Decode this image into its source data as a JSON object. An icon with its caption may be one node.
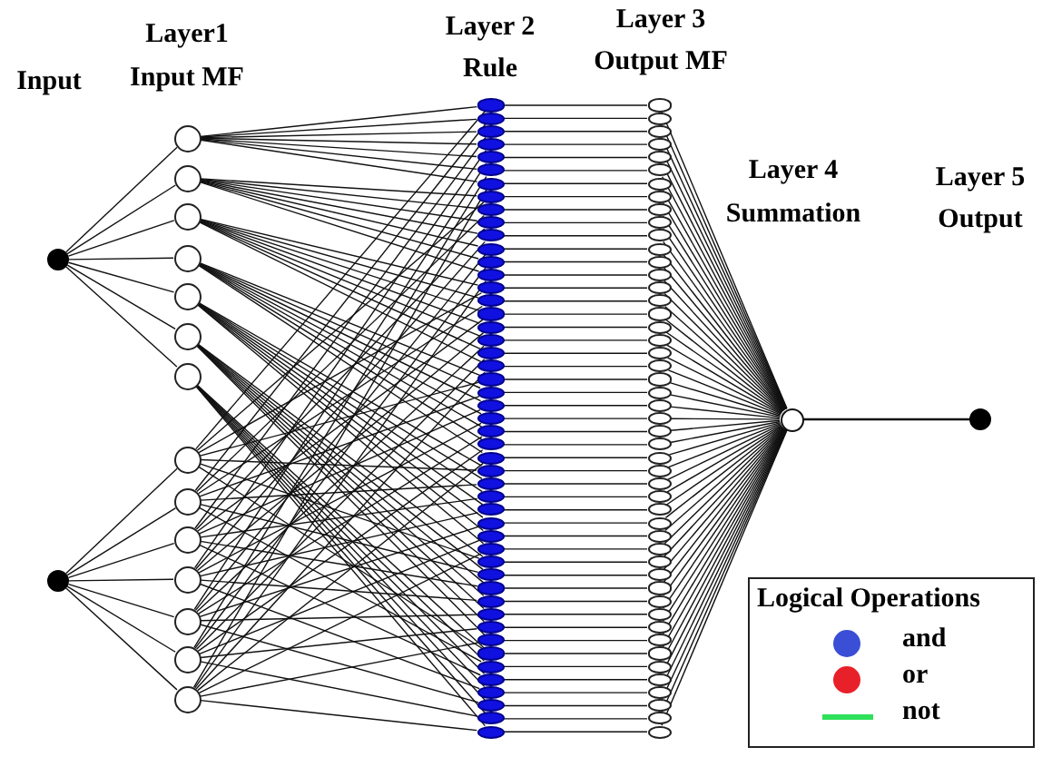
{
  "diagram": {
    "nodes": [
      {
        "text": [],
        "shape": "circle"
      },
      {
        "text": [],
        "shape": "circle"
      },
      {
        "text": [],
        "shape": "circle"
      },
      {
        "text": [],
        "shape": "circle"
      },
      {
        "text": [],
        "shape": "circle"
      },
      {
        "text": [],
        "shape": "circle"
      },
      {
        "text": [],
        "shape": "circle"
      },
      {
        "text": [],
        "shape": "circle"
      },
      {
        "text": [],
        "shape": "circle"
      },
      {
        "text": [],
        "shape": "circle"
      },
      {
        "text": [],
        "shape": "circle"
      },
      {
        "text": [],
        "shape": "circle"
      },
      {
        "text": [],
        "shape": "circle"
      },
      {
        "text": [],
        "shape": "circle"
      },
      {
        "text": [],
        "shape": "circle"
      },
      {
        "text": [],
        "shape": "circle"
      },
      {
        "text": [],
        "shape": "circle"
      },
      {
        "text": [],
        "shape": "circle"
      },
      {
        "text": [],
        "shape": "circle"
      },
      {
        "text": [],
        "shape": "circle"
      },
      {
        "text": [],
        "shape": "circle"
      },
      {
        "text": [],
        "shape": "circle"
      },
      {
        "text": [],
        "shape": "circle"
      },
      {
        "text": [],
        "shape": "circle"
      },
      {
        "text": [],
        "shape": "circle"
      },
      {
        "text": [],
        "shape": "circle"
      },
      {
        "text": [],
        "shape": "circle"
      },
      {
        "text": [],
        "shape": "circle"
      },
      {
        "text": [],
        "shape": "circle"
      },
      {
        "text": [],
        "shape": "circle"
      },
      {
        "text": [],
        "shape": "circle"
      },
      {
        "text": [],
        "shape": "circle"
      },
      {
        "text": [],
        "shape": "circle"
      },
      {
        "text": [],
        "shape": "circle"
      },
      {
        "text": [],
        "shape": "circle"
      },
      {
        "text": [],
        "shape": "circle"
      },
      {
        "text": [],
        "shape": "circle"
      },
      {
        "text": [],
        "shape": "circle"
      },
      {
        "text": [],
        "shape": "circle"
      },
      {
        "text": [],
        "shape": "circle"
      },
      {
        "text": [],
        "shape": "circle"
      },
      {
        "text": [],
        "shape": "circle"
      },
      {
        "text": [],
        "shape": "circle"
      },
      {
        "text": [],
        "shape": "circle"
      },
      {
        "text": [],
        "shape": "circle"
      },
      {
        "text": [],
        "shape": "circle"
      },
      {
        "text": [],
        "shape": "circle"
      },
      {
        "text": [],
        "shape": "circle"
      },
      {
        "text": [],
        "shape": "circle"
      },
      {
        "text": [],
        "shape": "circle"
      },
      {
        "text": [],
        "shape": "circle"
      },
      {
        "text": [],
        "shape": "circle"
      },
      {
        "text": [],
        "shape": "circle"
      },
      {
        "text": [],
        "shape": "circle"
      },
      {
        "text": [],
        "shape": "circle"
      },
      {
        "text": [],
        "shape": "circle"
      },
      {
        "text": [],
        "shape": "circle"
      },
      {
        "text": [],
        "shape": "circle"
      },
      {
        "text": [],
        "shape": "circle"
      },
      {
        "text": [],
        "shape": "circle"
      },
      {
        "text": [],
        "shape": "circle"
      },
      {
        "text": [],
        "shape": "circle"
      },
      {
        "text": [],
        "shape": "circle"
      },
      {
        "text": [],
        "shape": "circle"
      },
      {
        "text": [],
        "shape": "circle"
      },
      {
        "text": [],
        "shape": "circle"
      },
      {
        "text": [],
        "shape": "circle"
      },
      {
        "text": [],
        "shape": "circle"
      },
      {
        "text": [],
        "shape": "circle"
      },
      {
        "text": [],
        "shape": "circle"
      },
      {
        "text": [],
        "shape": "circle"
      },
      {
        "text": [],
        "shape": "circle"
      },
      {
        "text": [],
        "shape": "circle"
      },
      {
        "text": [],
        "shape": "circle"
      },
      {
        "text": [],
        "shape": "circle"
      },
      {
        "text": [],
        "shape": "circle"
      },
      {
        "text": [],
        "shape": "circle"
      },
      {
        "text": [],
        "shape": "circle"
      },
      {
        "text": [],
        "shape": "circle"
      },
      {
        "text": [],
        "shape": "circle"
      },
      {
        "text": [],
        "shape": "circle"
      },
      {
        "text": [],
        "shape": "circle"
      },
      {
        "text": [],
        "shape": "circle"
      },
      {
        "text": [],
        "shape": "circle"
      },
      {
        "text": [],
        "shape": "circle"
      },
      {
        "text": [],
        "shape": "circle"
      },
      {
        "text": [],
        "shape": "circle"
      },
      {
        "text": [],
        "shape": "circle"
      },
      {
        "text": [],
        "shape": "circle"
      },
      {
        "text": [],
        "shape": "circle"
      },
      {
        "text": [],
        "shape": "circle"
      },
      {
        "text": [],
        "shape": "circle"
      },
      {
        "text": [],
        "shape": "circle"
      },
      {
        "text": [],
        "shape": "circle"
      },
      {
        "text": [],
        "shape": "circle"
      },
      {
        "text": [],
        "shape": "circle"
      },
      {
        "text": [],
        "shape": "circle"
      },
      {
        "text": [],
        "shape": "circle"
      },
      {
        "text": [],
        "shape": "circle"
      },
      {
        "text": [],
        "shape": "circle"
      },
      {
        "text": [],
        "shape": "circle"
      },
      {
        "text": [],
        "shape": "circle"
      },
      {
        "text": [],
        "shape": "circle"
      },
      {
        "text": [],
        "shape": "circle"
      },
      {
        "text": [],
        "shape": "circle"
      },
      {
        "text": [],
        "shape": "circle"
      },
      {
        "text": [],
        "shape": "circle"
      },
      {
        "text": [],
        "shape": "circle"
      },
      {
        "text": [],
        "shape": "circle"
      },
      {
        "text": [],
        "shape": "circle"
      },
      {
        "text": [],
        "shape": "circle"
      },
      {
        "text": [],
        "shape": "circle"
      },
      {
        "text": [],
        "shape": "circle"
      },
      {
        "text": [],
        "shape": "circle"
      },
      {
        "text": [],
        "shape": "circle"
      },
      {
        "text": [],
        "shape": "circle"
      }
    ],
    "edges": [
      {
        "from": 0,
        "to": 2,
        "arrow": "none"
      },
      {
        "from": 0,
        "to": 3,
        "arrow": "none"
      },
      {
        "from": 0,
        "to": 4,
        "arrow": "none"
      },
      {
        "from": 0,
        "to": 5,
        "arrow": "none"
      },
      {
        "from": 0,
        "to": 6,
        "arrow": "none"
      },
      {
        "from": 0,
        "to": 7,
        "arrow": "none"
      },
      {
        "from": 0,
        "to": 8,
        "arrow": "none"
      },
      {
        "from": 1,
        "to": 9,
        "arrow": "none"
      },
      {
        "from": 1,
        "to": 10,
        "arrow": "none"
      },
      {
        "from": 1,
        "to": 11,
        "arrow": "none"
      },
      {
        "from": 1,
        "to": 12,
        "arrow": "none"
      },
      {
        "from": 1,
        "to": 13,
        "arrow": "none"
      },
      {
        "from": 1,
        "to": 14,
        "arrow": "none"
      },
      {
        "from": 1,
        "to": 15,
        "arrow": "none"
      },
      {
        "from": 2,
        "to": 16,
        "arrow": "none"
      },
      {
        "from": 9,
        "to": 16,
        "arrow": "none"
      },
      {
        "from": 2,
        "to": 17,
        "arrow": "none"
      },
      {
        "from": 10,
        "to": 17,
        "arrow": "none"
      },
      {
        "from": 2,
        "to": 18,
        "arrow": "none"
      },
      {
        "from": 11,
        "to": 18,
        "arrow": "none"
      },
      {
        "from": 2,
        "to": 19,
        "arrow": "none"
      },
      {
        "from": 12,
        "to": 19,
        "arrow": "none"
      },
      {
        "from": 2,
        "to": 20,
        "arrow": "none"
      },
      {
        "from": 13,
        "to": 20,
        "arrow": "none"
      },
      {
        "from": 2,
        "to": 21,
        "arrow": "none"
      },
      {
        "from": 14,
        "to": 21,
        "arrow": "none"
      },
      {
        "from": 2,
        "to": 22,
        "arrow": "none"
      },
      {
        "from": 15,
        "to": 22,
        "arrow": "none"
      },
      {
        "from": 3,
        "to": 23,
        "arrow": "none"
      },
      {
        "from": 9,
        "to": 23,
        "arrow": "none"
      },
      {
        "from": 3,
        "to": 24,
        "arrow": "none"
      },
      {
        "from": 10,
        "to": 24,
        "arrow": "none"
      },
      {
        "from": 3,
        "to": 25,
        "arrow": "none"
      },
      {
        "from": 11,
        "to": 25,
        "arrow": "none"
      },
      {
        "from": 3,
        "to": 26,
        "arrow": "none"
      },
      {
        "from": 12,
        "to": 26,
        "arrow": "none"
      },
      {
        "from": 3,
        "to": 27,
        "arrow": "none"
      },
      {
        "from": 13,
        "to": 27,
        "arrow": "none"
      },
      {
        "from": 3,
        "to": 28,
        "arrow": "none"
      },
      {
        "from": 14,
        "to": 28,
        "arrow": "none"
      },
      {
        "from": 3,
        "to": 29,
        "arrow": "none"
      },
      {
        "from": 15,
        "to": 29,
        "arrow": "none"
      },
      {
        "from": 4,
        "to": 30,
        "arrow": "none"
      },
      {
        "from": 9,
        "to": 30,
        "arrow": "none"
      },
      {
        "from": 4,
        "to": 31,
        "arrow": "none"
      },
      {
        "from": 10,
        "to": 31,
        "arrow": "none"
      },
      {
        "from": 4,
        "to": 32,
        "arrow": "none"
      },
      {
        "from": 11,
        "to": 32,
        "arrow": "none"
      },
      {
        "from": 4,
        "to": 33,
        "arrow": "none"
      },
      {
        "from": 12,
        "to": 33,
        "arrow": "none"
      },
      {
        "from": 4,
        "to": 34,
        "arrow": "none"
      },
      {
        "from": 13,
        "to": 34,
        "arrow": "none"
      },
      {
        "from": 4,
        "to": 35,
        "arrow": "none"
      },
      {
        "from": 14,
        "to": 35,
        "arrow": "none"
      },
      {
        "from": 4,
        "to": 36,
        "arrow": "none"
      },
      {
        "from": 15,
        "to": 36,
        "arrow": "none"
      },
      {
        "from": 5,
        "to": 37,
        "arrow": "none"
      },
      {
        "from": 9,
        "to": 37,
        "arrow": "none"
      },
      {
        "from": 5,
        "to": 38,
        "arrow": "none"
      },
      {
        "from": 10,
        "to": 38,
        "arrow": "none"
      },
      {
        "from": 5,
        "to": 39,
        "arrow": "none"
      },
      {
        "from": 11,
        "to": 39,
        "arrow": "none"
      },
      {
        "from": 5,
        "to": 40,
        "arrow": "none"
      },
      {
        "from": 12,
        "to": 40,
        "arrow": "none"
      },
      {
        "from": 5,
        "to": 41,
        "arrow": "none"
      },
      {
        "from": 13,
        "to": 41,
        "arrow": "none"
      },
      {
        "from": 5,
        "to": 42,
        "arrow": "none"
      },
      {
        "from": 14,
        "to": 42,
        "arrow": "none"
      },
      {
        "from": 5,
        "to": 43,
        "arrow": "none"
      },
      {
        "from": 15,
        "to": 43,
        "arrow": "none"
      },
      {
        "from": 6,
        "to": 44,
        "arrow": "none"
      },
      {
        "from": 9,
        "to": 44,
        "arrow": "none"
      },
      {
        "from": 6,
        "to": 45,
        "arrow": "none"
      },
      {
        "from": 10,
        "to": 45,
        "arrow": "none"
      },
      {
        "from": 6,
        "to": 46,
        "arrow": "none"
      },
      {
        "from": 11,
        "to": 46,
        "arrow": "none"
      },
      {
        "from": 6,
        "to": 47,
        "arrow": "none"
      },
      {
        "from": 12,
        "to": 47,
        "arrow": "none"
      },
      {
        "from": 6,
        "to": 48,
        "arrow": "none"
      },
      {
        "from": 13,
        "to": 48,
        "arrow": "none"
      },
      {
        "from": 6,
        "to": 49,
        "arrow": "none"
      },
      {
        "from": 14,
        "to": 49,
        "arrow": "none"
      },
      {
        "from": 6,
        "to": 50,
        "arrow": "none"
      },
      {
        "from": 15,
        "to": 50,
        "arrow": "none"
      },
      {
        "from": 7,
        "to": 51,
        "arrow": "none"
      },
      {
        "from": 9,
        "to": 51,
        "arrow": "none"
      },
      {
        "from": 7,
        "to": 52,
        "arrow": "none"
      },
      {
        "from": 10,
        "to": 52,
        "arrow": "none"
      },
      {
        "from": 7,
        "to": 53,
        "arrow": "none"
      },
      {
        "from": 11,
        "to": 53,
        "arrow": "none"
      },
      {
        "from": 7,
        "to": 54,
        "arrow": "none"
      },
      {
        "from": 12,
        "to": 54,
        "arrow": "none"
      },
      {
        "from": 7,
        "to": 55,
        "arrow": "none"
      },
      {
        "from": 13,
        "to": 55,
        "arrow": "none"
      },
      {
        "from": 7,
        "to": 56,
        "arrow": "none"
      },
      {
        "from": 14,
        "to": 56,
        "arrow": "none"
      },
      {
        "from": 7,
        "to": 57,
        "arrow": "none"
      },
      {
        "from": 15,
        "to": 57,
        "arrow": "none"
      },
      {
        "from": 8,
        "to": 58,
        "arrow": "none"
      },
      {
        "from": 9,
        "to": 58,
        "arrow": "none"
      },
      {
        "from": 8,
        "to": 59,
        "arrow": "none"
      },
      {
        "from": 10,
        "to": 59,
        "arrow": "none"
      },
      {
        "from": 8,
        "to": 60,
        "arrow": "none"
      },
      {
        "from": 11,
        "to": 60,
        "arrow": "none"
      },
      {
        "from": 8,
        "to": 61,
        "arrow": "none"
      },
      {
        "from": 12,
        "to": 61,
        "arrow": "none"
      },
      {
        "from": 8,
        "to": 62,
        "arrow": "none"
      },
      {
        "from": 13,
        "to": 62,
        "arrow": "none"
      },
      {
        "from": 8,
        "to": 63,
        "arrow": "none"
      },
      {
        "from": 14,
        "to": 63,
        "arrow": "none"
      },
      {
        "from": 8,
        "to": 64,
        "arrow": "none"
      },
      {
        "from": 15,
        "to": 64,
        "arrow": "none"
      },
      {
        "from": 16,
        "to": 65,
        "arrow": "none"
      },
      {
        "from": 17,
        "to": 66,
        "arrow": "none"
      },
      {
        "from": 18,
        "to": 67,
        "arrow": "none"
      },
      {
        "from": 19,
        "to": 68,
        "arrow": "none"
      },
      {
        "from": 20,
        "to": 69,
        "arrow": "none"
      },
      {
        "from": 21,
        "to": 70,
        "arrow": "none"
      },
      {
        "from": 22,
        "to": 71,
        "arrow": "none"
      },
      {
        "from": 23,
        "to": 72,
        "arrow": "none"
      },
      {
        "from": 24,
        "to": 73,
        "arrow": "none"
      },
      {
        "from": 25,
        "to": 74,
        "arrow": "none"
      },
      {
        "from": 26,
        "to": 75,
        "arrow": "none"
      },
      {
        "from": 27,
        "to": 76,
        "arrow": "none"
      },
      {
        "from": 28,
        "to": 77,
        "arrow": "none"
      },
      {
        "from": 29,
        "to": 78,
        "arrow": "none"
      },
      {
        "from": 30,
        "to": 79,
        "arrow": "none"
      },
      {
        "from": 31,
        "to": 80,
        "arrow": "none"
      },
      {
        "from": 32,
        "to": 81,
        "arrow": "none"
      },
      {
        "from": 33,
        "to": 82,
        "arrow": "none"
      },
      {
        "from": 34,
        "to": 83,
        "arrow": "none"
      },
      {
        "from": 35,
        "to": 84,
        "arrow": "none"
      },
      {
        "from": 36,
        "to": 85,
        "arrow": "none"
      },
      {
        "from": 37,
        "to": 86,
        "arrow": "none"
      },
      {
        "from": 38,
        "to": 87,
        "arrow": "none"
      },
      {
        "from": 39,
        "to": 88,
        "arrow": "none"
      },
      {
        "from": 40,
        "to": 89,
        "arrow": "none"
      },
      {
        "from": 41,
        "to": 90,
        "arrow": "none"
      },
      {
        "from": 42,
        "to": 91,
        "arrow": "none"
      },
      {
        "from": 43,
        "to": 92,
        "arrow": "none"
      },
      {
        "from": 44,
        "to": 93,
        "arrow": "none"
      },
      {
        "from": 45,
        "to": 94,
        "arrow": "none"
      },
      {
        "from": 46,
        "to": 95,
        "arrow": "none"
      },
      {
        "from": 47,
        "to": 96,
        "arrow": "none"
      },
      {
        "from": 48,
        "to": 97,
        "arrow": "none"
      },
      {
        "from": 49,
        "to": 98,
        "arrow": "none"
      },
      {
        "from": 50,
        "to": 99,
        "arrow": "none"
      },
      {
        "from": 51,
        "to": 100,
        "arrow": "none"
      },
      {
        "from": 52,
        "to": 101,
        "arrow": "none"
      },
      {
        "from": 53,
        "to": 102,
        "arrow": "none"
      },
      {
        "from": 54,
        "to": 103,
        "arrow": "none"
      },
      {
        "from": 55,
        "to": 104,
        "arrow": "none"
      },
      {
        "from": 56,
        "to": 105,
        "arrow": "none"
      },
      {
        "from": 57,
        "to": 106,
        "arrow": "none"
      },
      {
        "from": 58,
        "to": 107,
        "arrow": "none"
      },
      {
        "from": 59,
        "to": 108,
        "arrow": "none"
      },
      {
        "from": 60,
        "to": 109,
        "arrow": "none"
      },
      {
        "from": 61,
        "to": 110,
        "arrow": "none"
      },
      {
        "from": 62,
        "to": 111,
        "arrow": "none"
      },
      {
        "from": 63,
        "to": 112,
        "arrow": "none"
      },
      {
        "from": 64,
        "to": 113,
        "arrow": "none"
      },
      {
        "from": 65,
        "to": 114,
        "arrow": "none"
      },
      {
        "from": 66,
        "to": 114,
        "arrow": "none"
      },
      {
        "from": 67,
        "to": 114,
        "arrow": "none"
      },
      {
        "from": 68,
        "to": 114,
        "arrow": "none"
      },
      {
        "from": 69,
        "to": 114,
        "arrow": "none"
      },
      {
        "from": 70,
        "to": 114,
        "arrow": "none"
      },
      {
        "from": 71,
        "to": 114,
        "arrow": "none"
      },
      {
        "from": 72,
        "to": 114,
        "arrow": "none"
      },
      {
        "from": 73,
        "to": 114,
        "arrow": "none"
      },
      {
        "from": 74,
        "to": 114,
        "arrow": "none"
      },
      {
        "from": 75,
        "to": 114,
        "arrow": "none"
      },
      {
        "from": 76,
        "to": 114,
        "arrow": "none"
      },
      {
        "from": 77,
        "to": 114,
        "arrow": "none"
      },
      {
        "from": 78,
        "to": 114,
        "arrow": "none"
      },
      {
        "from": 79,
        "to": 114,
        "arrow": "none"
      },
      {
        "from": 80,
        "to": 114,
        "arrow": "none"
      },
      {
        "from": 81,
        "to": 114,
        "arrow": "none"
      },
      {
        "from": 82,
        "to": 114,
        "arrow": "none"
      },
      {
        "from": 83,
        "to": 114,
        "arrow": "none"
      },
      {
        "from": 84,
        "to": 114,
        "arrow": "none"
      },
      {
        "from": 85,
        "to": 114,
        "arrow": "none"
      },
      {
        "from": 86,
        "to": 114,
        "arrow": "none"
      },
      {
        "from": 87,
        "to": 114,
        "arrow": "none"
      },
      {
        "from": 88,
        "to": 114,
        "arrow": "none"
      },
      {
        "from": 89,
        "to": 114,
        "arrow": "none"
      },
      {
        "from": 90,
        "to": 114,
        "arrow": "none"
      },
      {
        "from": 91,
        "to": 114,
        "arrow": "none"
      },
      {
        "from": 92,
        "to": 114,
        "arrow": "none"
      },
      {
        "from": 93,
        "to": 114,
        "arrow": "none"
      },
      {
        "from": 94,
        "to": 114,
        "arrow": "none"
      },
      {
        "from": 95,
        "to": 114,
        "arrow": "none"
      },
      {
        "from": 96,
        "to": 114,
        "arrow": "none"
      },
      {
        "from": 97,
        "to": 114,
        "arrow": "none"
      },
      {
        "from": 98,
        "to": 114,
        "arrow": "none"
      },
      {
        "from": 99,
        "to": 114,
        "arrow": "none"
      },
      {
        "from": 100,
        "to": 114,
        "arrow": "none"
      },
      {
        "from": 101,
        "to": 114,
        "arrow": "none"
      },
      {
        "from": 102,
        "to": 114,
        "arrow": "none"
      },
      {
        "from": 103,
        "to": 114,
        "arrow": "none"
      },
      {
        "from": 104,
        "to": 114,
        "arrow": "none"
      },
      {
        "from": 105,
        "to": 114,
        "arrow": "none"
      },
      {
        "from": 106,
        "to": 114,
        "arrow": "none"
      },
      {
        "from": 107,
        "to": 114,
        "arrow": "none"
      },
      {
        "from": 108,
        "to": 114,
        "arrow": "none"
      },
      {
        "from": 109,
        "to": 114,
        "arrow": "none"
      },
      {
        "from": 110,
        "to": 114,
        "arrow": "none"
      },
      {
        "from": 111,
        "to": 114,
        "arrow": "none"
      },
      {
        "from": 112,
        "to": 114,
        "arrow": "none"
      },
      {
        "from": 113,
        "to": 114,
        "arrow": "none"
      },
      {
        "from": 114,
        "to": 115,
        "arrow": "none"
      }
    ],
    "labels": [
      "Input",
      "Layer1",
      "Input MF",
      "Layer 2",
      "Rule",
      "Layer 3",
      "Output MF",
      "Layer 4",
      "Summation",
      "Layer 5",
      "Output",
      "Logical Operations"
    ],
    "legend": [
      {
        "text": "and",
        "color": "#3a4fd6"
      },
      {
        "text": "or",
        "color": "#e8202a"
      },
      {
        "text": "not"
      }
    ]
  }
}
